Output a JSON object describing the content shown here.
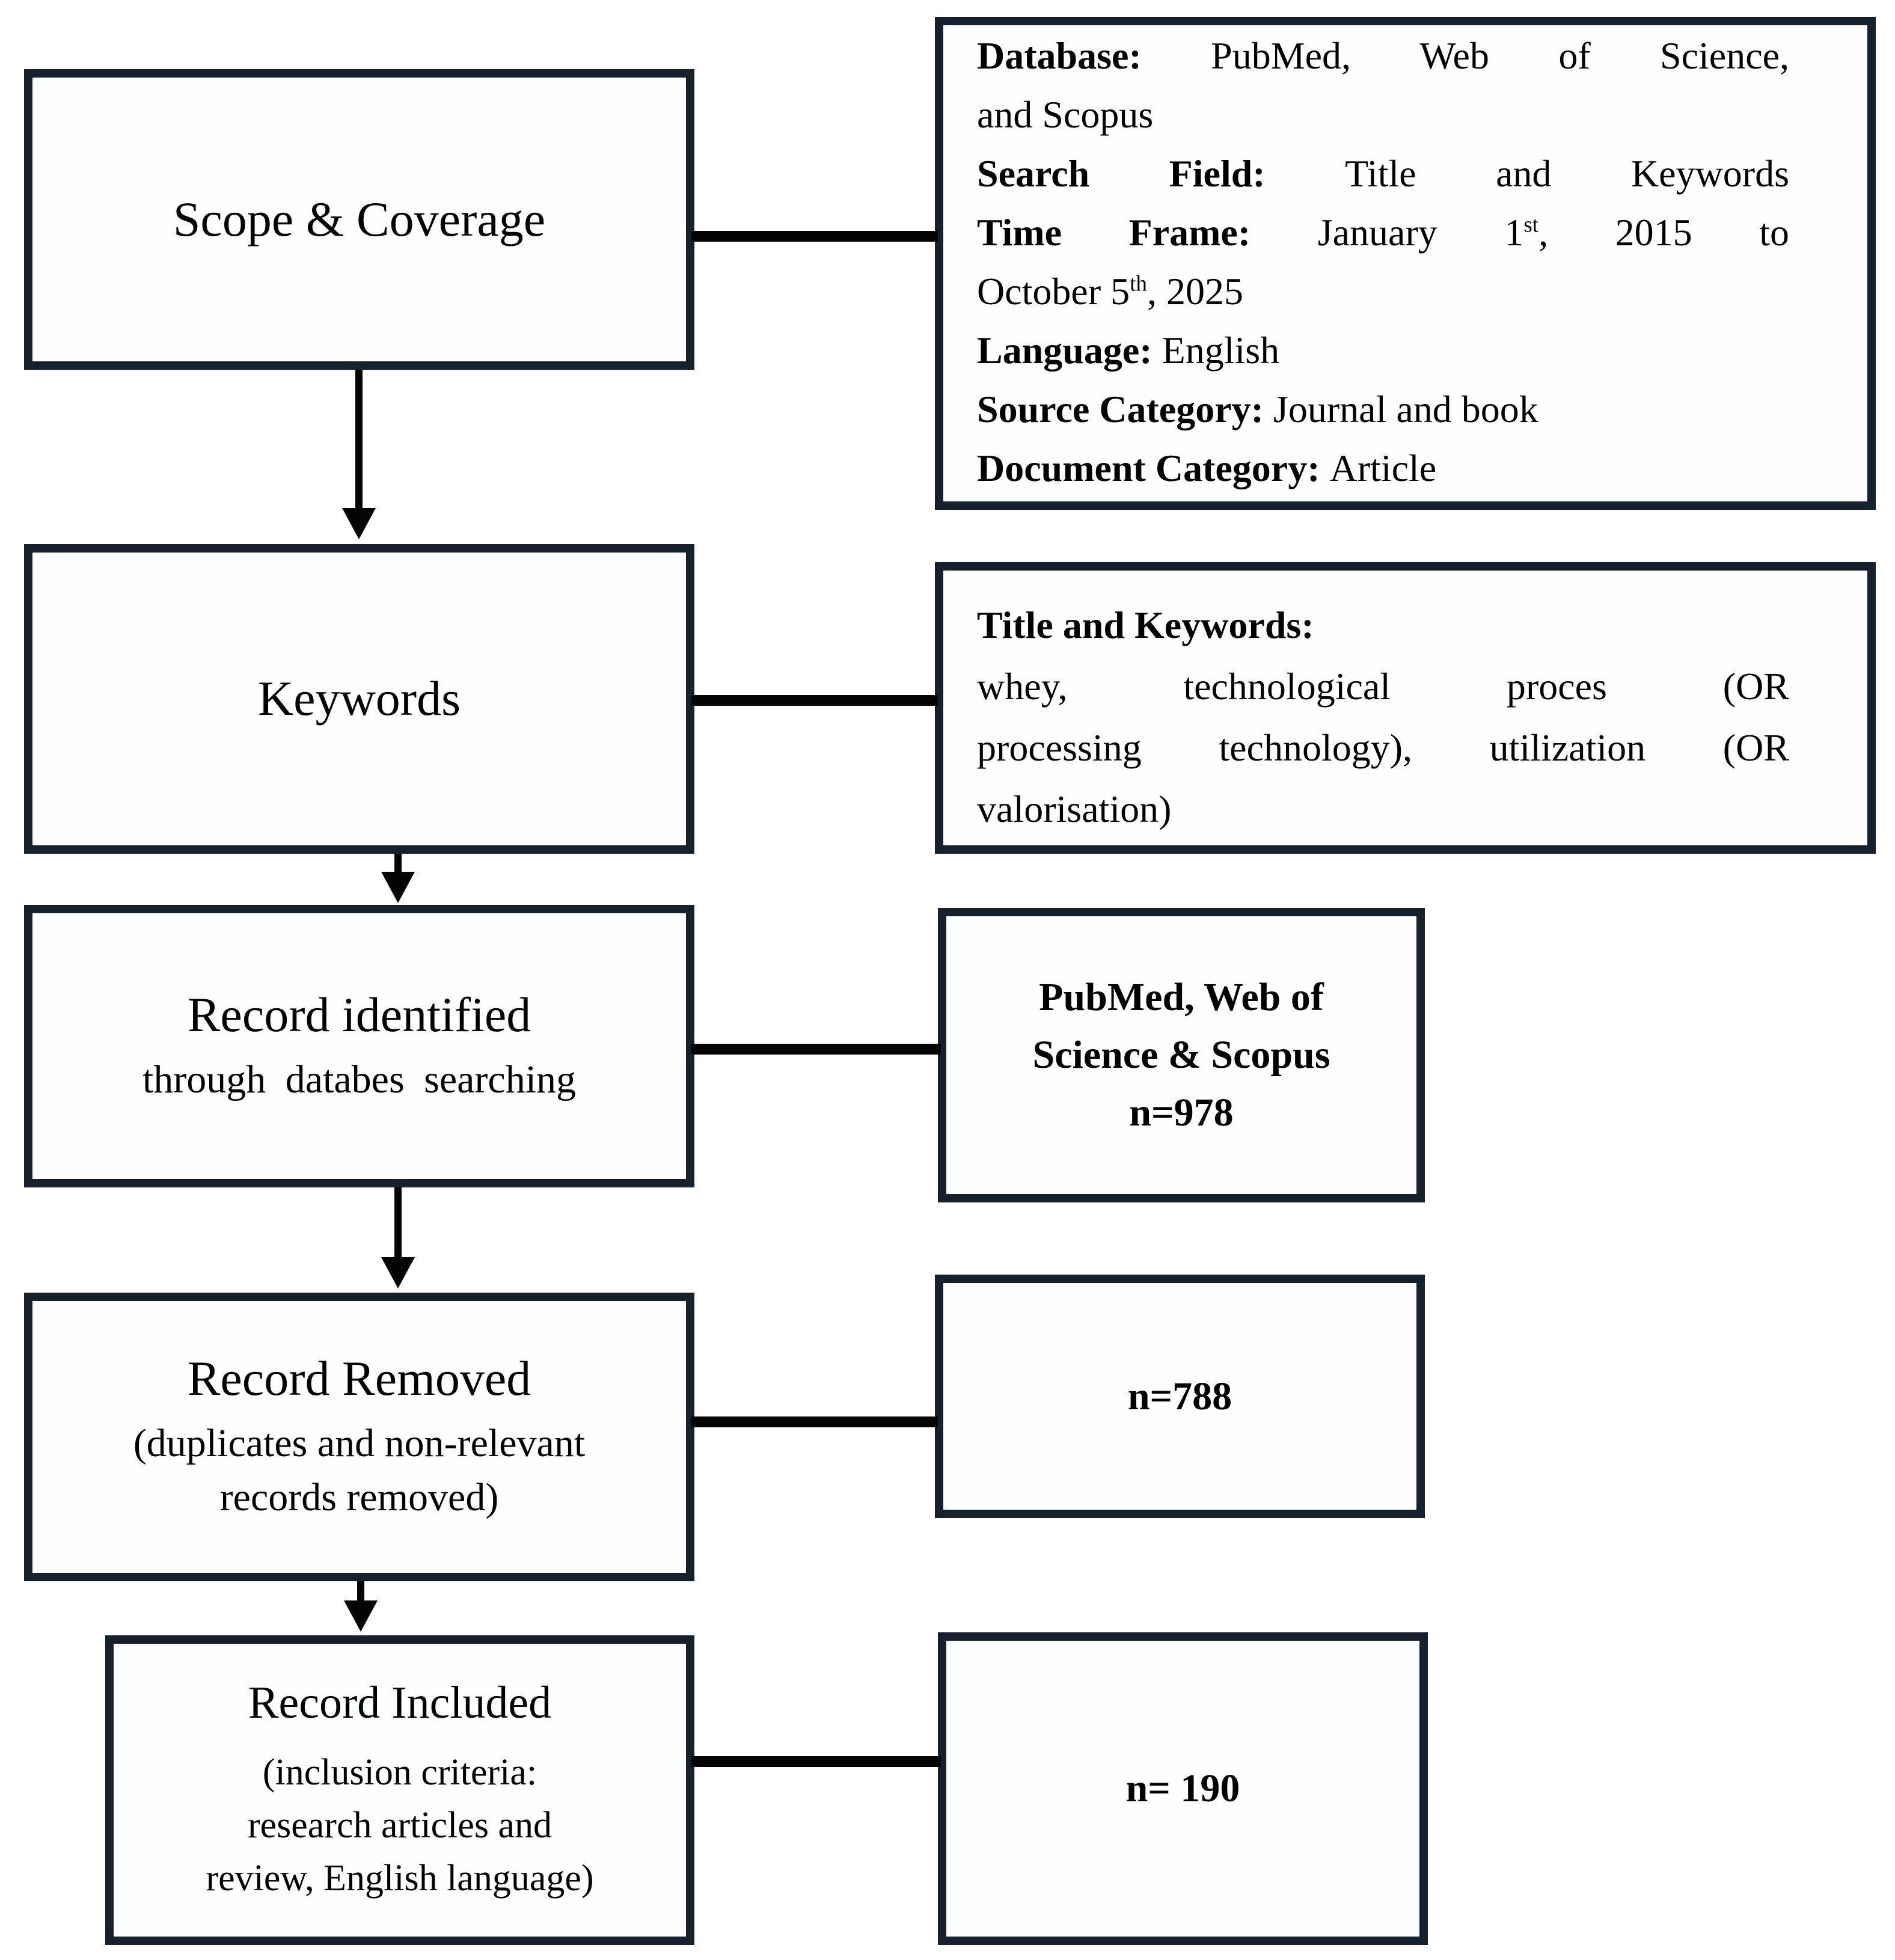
{
  "colors": {
    "box_border": "#15222e",
    "connector": "#040404",
    "box_fill": "#fdfeff",
    "background": "#ffffff",
    "text": "#000000"
  },
  "flow": {
    "left_boxes": [
      {
        "title": "Scope & Coverage"
      },
      {
        "title": "Keywords"
      },
      {
        "title": "Record identified",
        "subtitle": "through databes searching"
      },
      {
        "title": "Record Removed",
        "subtitle": "(duplicates and non-relevant\nrecords removed)"
      },
      {
        "title": "Record Included",
        "subtitle": "(inclusion criteria:\nresearch articles and\nreview, English language)"
      }
    ],
    "right_boxes": [
      {
        "name": "scope-and-coverage-details",
        "lines": [
          {
            "stretch": true,
            "parts": [
              {
                "bold": true,
                "text": "Database: "
              },
              {
                "text": "PubMed, Web of Science,"
              }
            ]
          },
          {
            "parts": [
              {
                "text": "and Scopus"
              }
            ]
          },
          {
            "stretch": true,
            "parts": [
              {
                "bold": true,
                "text": "Search Field: "
              },
              {
                "text": "Title and Keywords"
              }
            ]
          },
          {
            "stretch": true,
            "parts": [
              {
                "bold": true,
                "text": "Time Frame: "
              },
              {
                "text": "January 1^{st}, 2015 to"
              }
            ]
          },
          {
            "parts": [
              {
                "text": "October 5^{th}, 2025"
              }
            ]
          },
          {
            "parts": [
              {
                "bold": true,
                "text": "Language: "
              },
              {
                "text": "English"
              }
            ]
          },
          {
            "parts": [
              {
                "bold": true,
                "text": "Source Category: "
              },
              {
                "text": "Journal and book"
              }
            ]
          },
          {
            "parts": [
              {
                "bold": true,
                "text": "Document Category: "
              },
              {
                "text": "Article"
              }
            ]
          }
        ]
      },
      {
        "name": "keywords-details",
        "lines": [
          {
            "parts": [
              {
                "bold": true,
                "text": "Title and Keywords:"
              }
            ]
          },
          {
            "stretch": true,
            "parts": [
              {
                "text": "whey, technological proces (OR"
              }
            ]
          },
          {
            "stretch": true,
            "parts": [
              {
                "text": "processing technology), utilization (OR"
              }
            ]
          },
          {
            "parts": [
              {
                "text": "valorisation)"
              }
            ]
          }
        ]
      },
      {
        "name": "records-identified-count",
        "text": "PubMed, Web of\nScience & Scopus\nn=978"
      },
      {
        "name": "records-removed-count",
        "text": "n=788"
      },
      {
        "name": "records-included-count",
        "text": "n= 190"
      }
    ]
  }
}
